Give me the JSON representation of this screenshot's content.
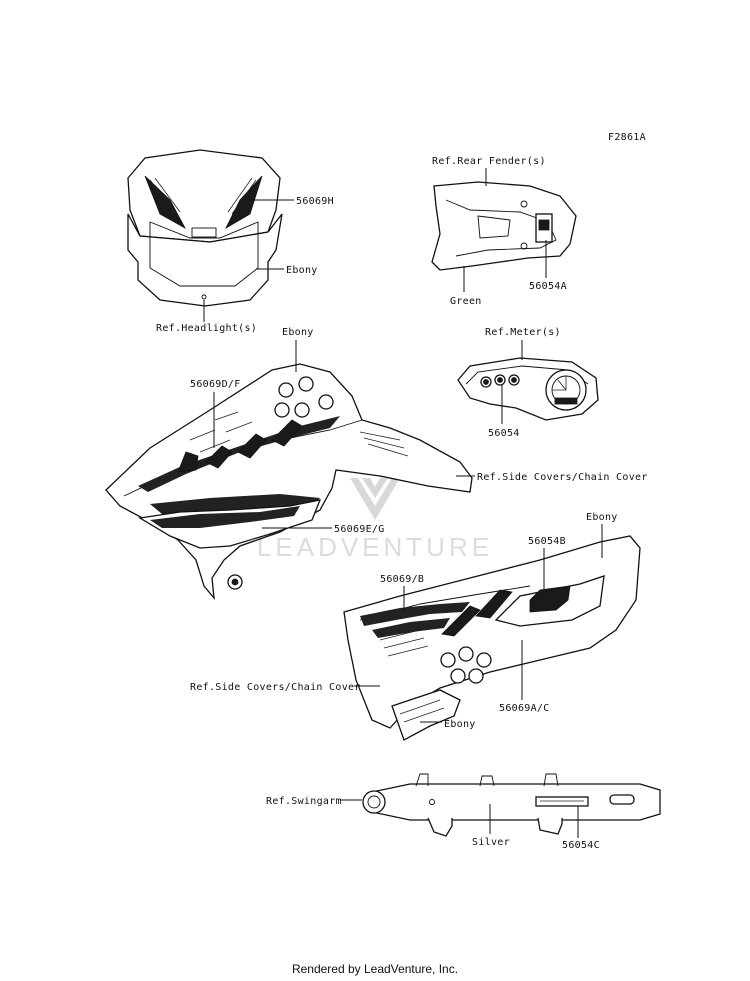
{
  "figure_code": "F2861A",
  "watermark": "LEADVENTURE",
  "labels": {
    "p56069H": "56069H",
    "ebony_headlight": "Ebony",
    "ref_headlight": "Ref.Headlight(s)",
    "ref_rear_fender": "Ref.Rear Fender(s)",
    "green": "Green",
    "p56054A": "56054A",
    "ref_meter": "Ref.Meter(s)",
    "p56054": "56054",
    "ebony_shroud": "Ebony",
    "p56069DF": "56069D/F",
    "ref_side_covers_1": "Ref.Side Covers/Chain Cover",
    "p56069EG": "56069E/G",
    "ebony_sidecover": "Ebony",
    "p56054B": "56054B",
    "p56069B": "56069/B",
    "ref_side_covers_2": "Ref.Side Covers/Chain Cover",
    "p56069AC": "56069A/C",
    "ebony_lower": "Ebony",
    "ref_swingarm": "Ref.Swingarm",
    "silver": "Silver",
    "p56054C": "56054C"
  },
  "footer": "Rendered by LeadVenture, Inc."
}
